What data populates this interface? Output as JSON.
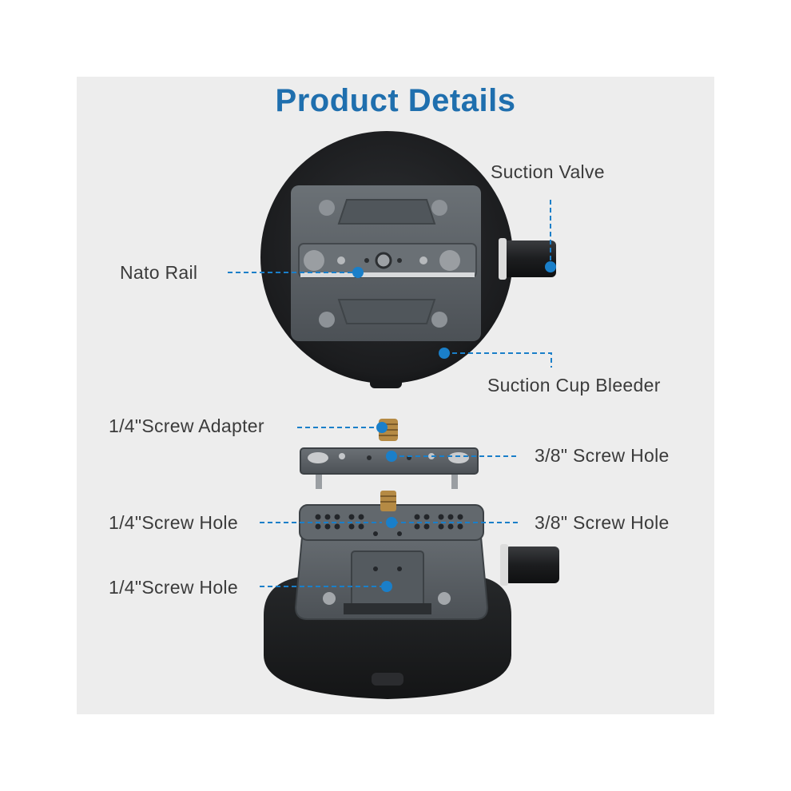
{
  "title": "Product Details",
  "callouts": {
    "suction_valve": "Suction Valve",
    "nato_rail": "Nato Rail",
    "suction_cup_bleeder": "Suction Cup Bleeder",
    "screw_adapter_quarter": "1/4\"Screw Adapter",
    "screw_hole_3_8_top": "3/8\" Screw Hole",
    "screw_hole_quarter_top": "1/4\"Screw Hole",
    "screw_hole_3_8_bottom": "3/8\" Screw Hole",
    "screw_hole_quarter_bottom": "1/4\"Screw Hole"
  },
  "colors": {
    "accent": "#1f6fae",
    "callout_dot": "#1a7fc9",
    "background_panel": "#ededed",
    "suction_cup": "#1e1f21",
    "plate_metal": "#5b6166"
  }
}
